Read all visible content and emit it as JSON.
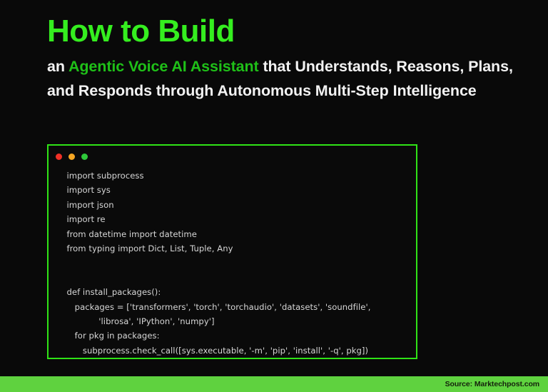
{
  "slide": {
    "background_color": "#090909",
    "accent_green": "#35ee1f",
    "subtitle_accent_green": "#1fc018",
    "footer_green": "#5fd23f"
  },
  "headline": {
    "title": "How to Build",
    "subtitle_lead": "an ",
    "subtitle_accent": "Agentic Voice AI Assistant",
    "subtitle_rest": " that Understands, Reasons, Plans, and Responds through Autonomous Multi-Step Intelligence"
  },
  "code_window": {
    "border_color": "#2fe316",
    "traffic_lights": [
      {
        "name": "close",
        "color": "#f03026"
      },
      {
        "name": "minimize",
        "color": "#f5a623"
      },
      {
        "name": "maximize",
        "color": "#2ec93a"
      }
    ],
    "language": "python",
    "lines": [
      "  import subprocess",
      "  import sys",
      "  import json",
      "  import re",
      "  from datetime import datetime",
      "  from typing import Dict, List, Tuple, Any",
      "",
      "",
      "  def install_packages():",
      "     packages = ['transformers', 'torch', 'torchaudio', 'datasets', 'soundfile',",
      "              'librosa', 'IPython', 'numpy']",
      "     for pkg in packages:",
      "        subprocess.check_call([sys.executable, '-m', 'pip', 'install', '-q', pkg])"
    ]
  },
  "footer": {
    "source": "Source: Marktechpost.com"
  }
}
